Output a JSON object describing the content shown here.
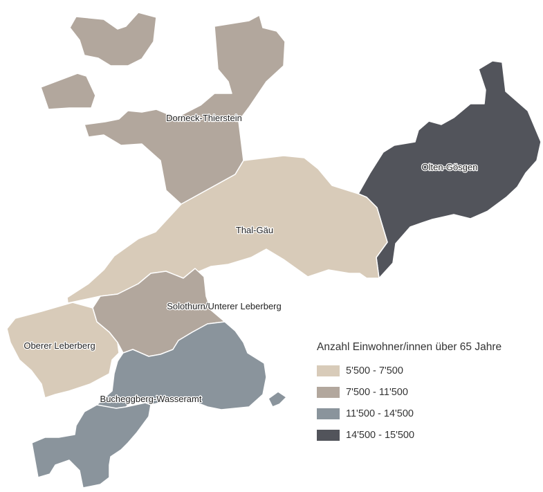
{
  "legend": {
    "title": "Anzahl Einwohner/innen über 65 Jahre",
    "classes": [
      {
        "label": "5'500 - 7'500",
        "color": "#d8cbb9"
      },
      {
        "label": "7'500 - 11'500",
        "color": "#b2a79d"
      },
      {
        "label": "11'500 - 14'500",
        "color": "#8a949c"
      },
      {
        "label": "14'500 - 15'500",
        "color": "#52545b"
      }
    ]
  },
  "regions": [
    {
      "name": "Dorneck-Thierstein",
      "class": 1
    },
    {
      "name": "Olten-Gösgen",
      "class": 3
    },
    {
      "name": "Thal-Gäu",
      "class": 0
    },
    {
      "name": "Solothurn/Unterer Leberberg",
      "class": 1
    },
    {
      "name": "Oberer Leberberg",
      "class": 0
    },
    {
      "name": "Bucheggberg-Wasseramt",
      "class": 2
    }
  ]
}
